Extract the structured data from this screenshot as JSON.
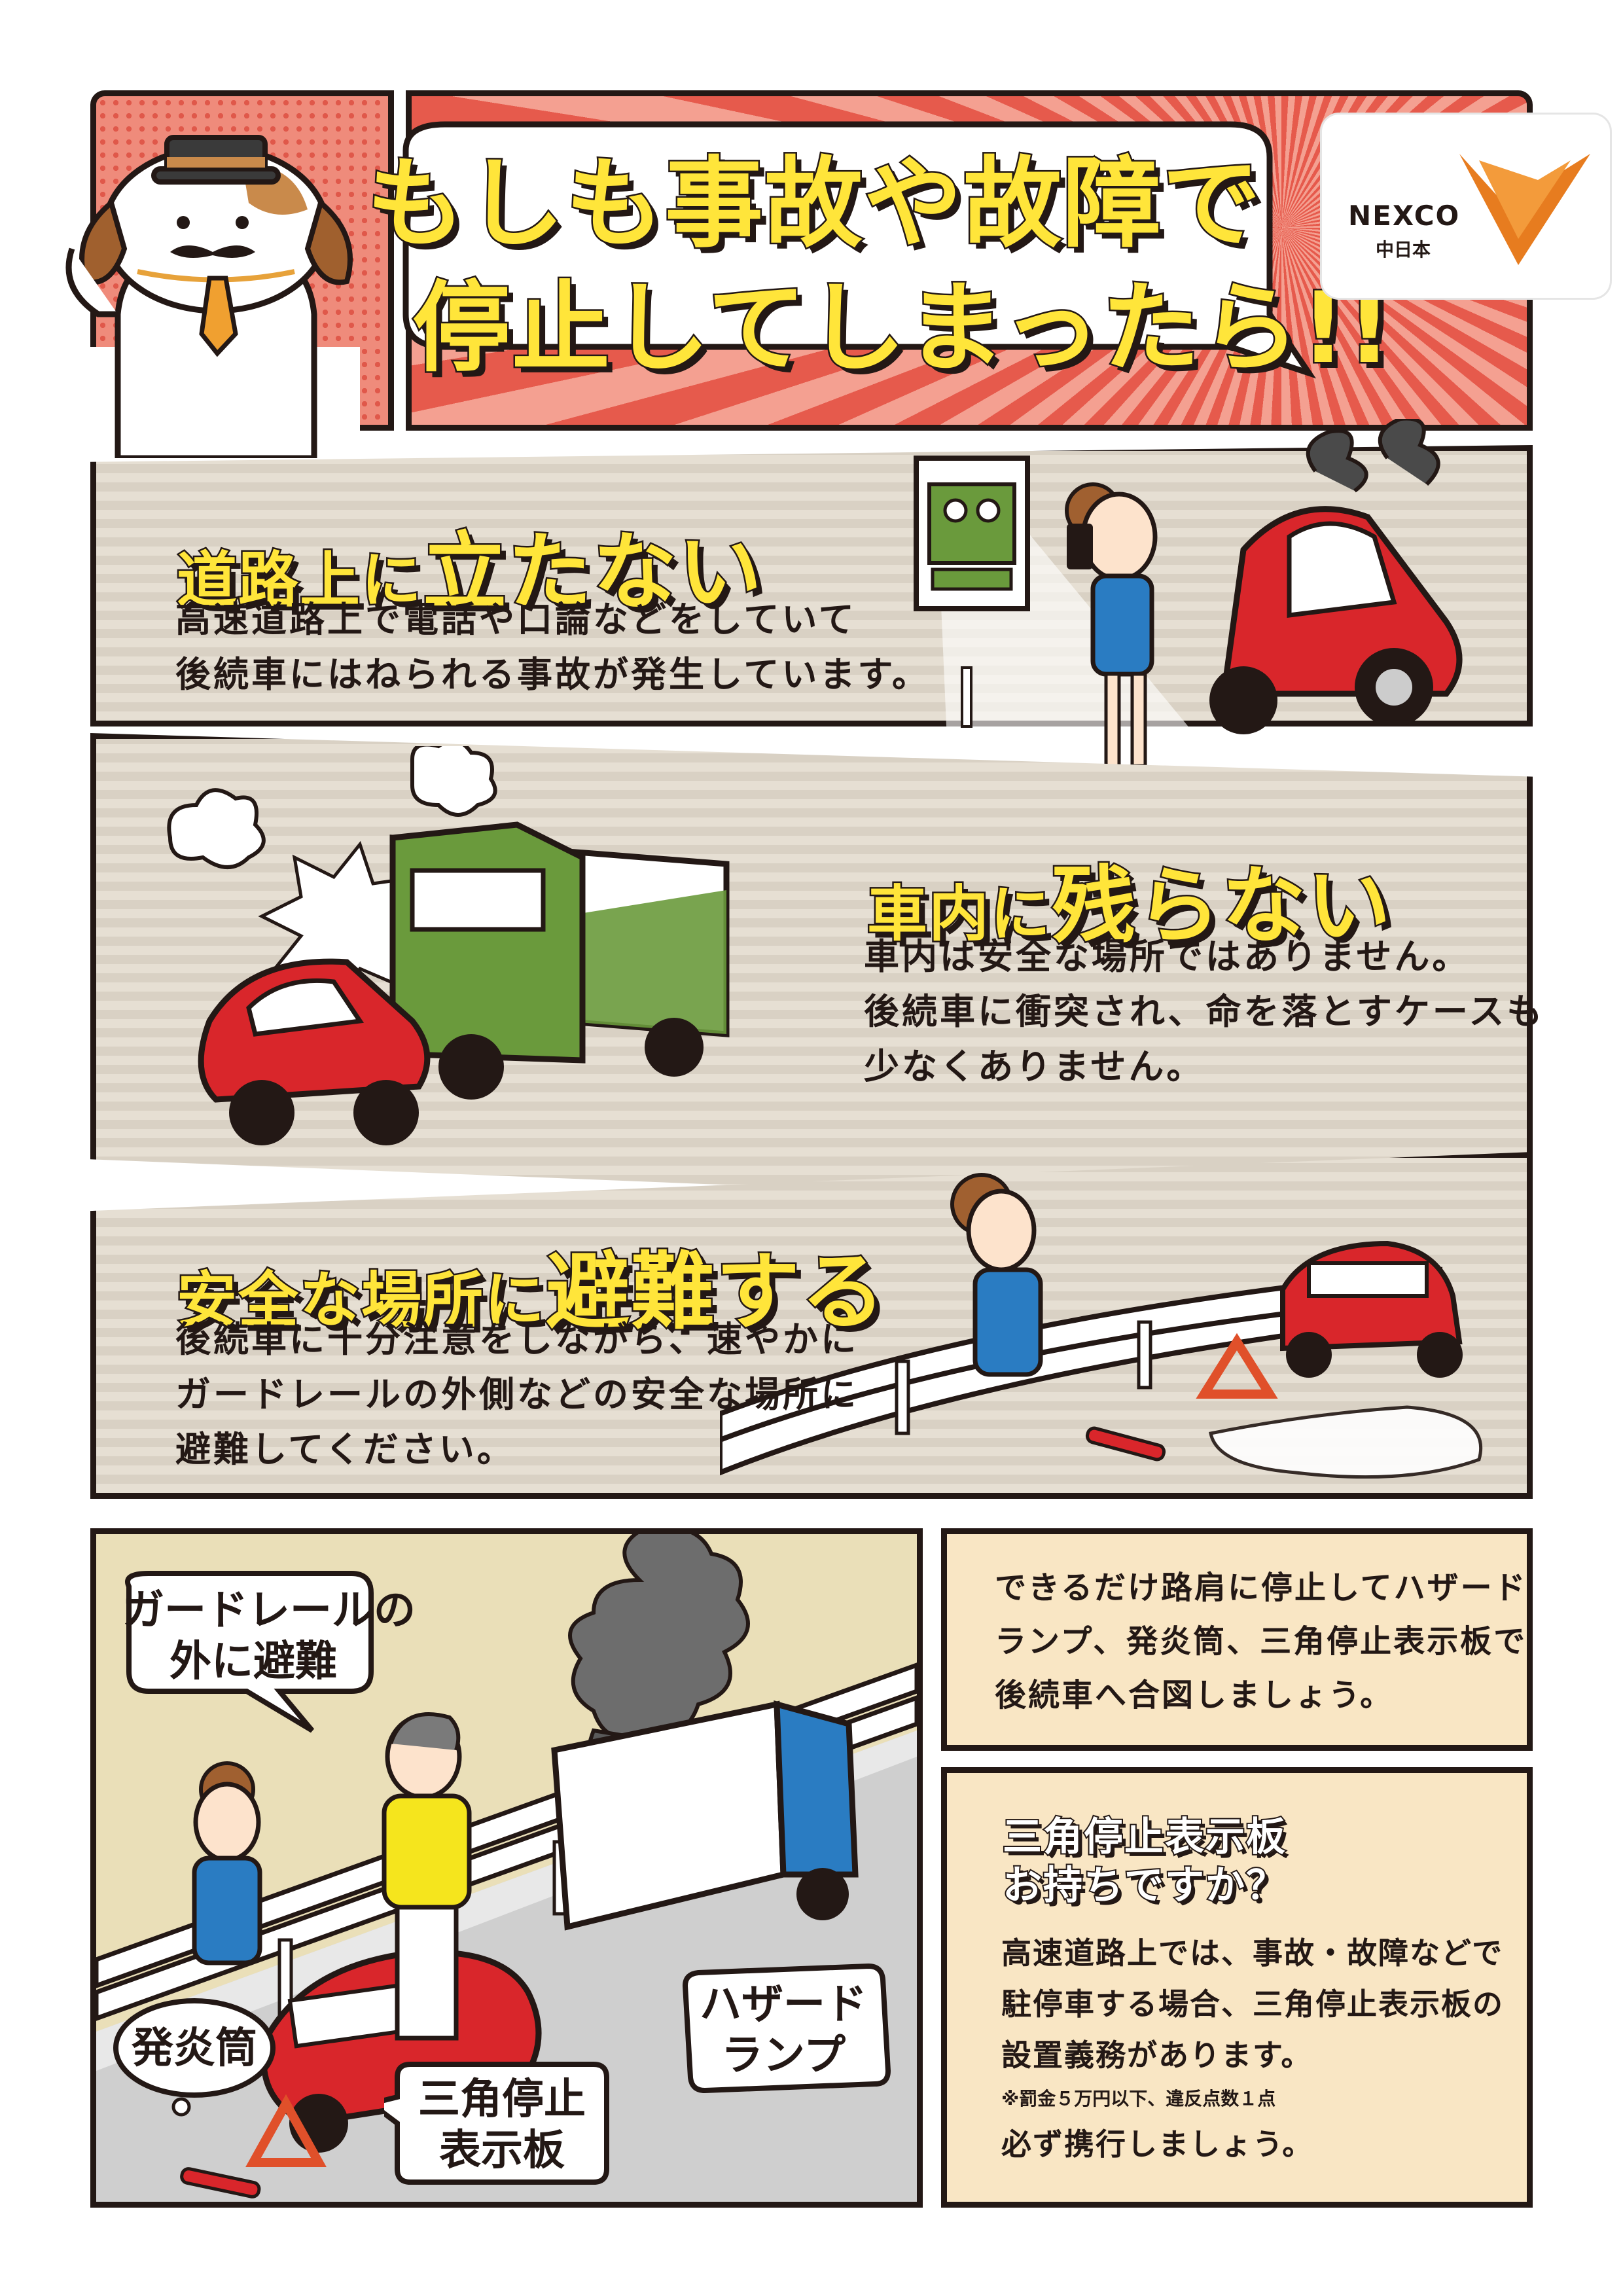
{
  "header": {
    "title_line1": "もしも事故や故障で",
    "title_line2": "停止してしまったら!!",
    "logo_text": "NEXCO",
    "logo_sub": "中日本"
  },
  "sections": [
    {
      "title_small": "道路上に",
      "title_big": "立たない",
      "lines": [
        "高速道路上で電話や口論などをしていて",
        "後続車にはねられる事故が発生しています。"
      ]
    },
    {
      "title_small": "車内に",
      "title_big": "残らない",
      "lines": [
        "車内は安全な場所ではありません。",
        "後続車に衝突され、命を落とすケースも",
        "少なくありません。"
      ]
    },
    {
      "title_small": "安全な場所に",
      "title_big": "避難する",
      "lines": [
        "後続車に十分注意をしながら、速やかに",
        "ガードレールの外側などの安全な場所に",
        "避難してください。"
      ]
    }
  ],
  "bottom_scene": {
    "bubble_guardrail": [
      "ガードレールの",
      "外に避難"
    ],
    "bubble_flare": "発炎筒",
    "bubble_triangle": [
      "三角停止",
      "表示板"
    ],
    "bubble_hazard": [
      "ハザード",
      "ランプ"
    ]
  },
  "info_box1": {
    "lines": [
      "できるだけ路肩に停止してハザード",
      "ランプ、発炎筒、三角停止表示板で",
      "後続車へ合図しましょう。"
    ]
  },
  "info_box2": {
    "heading_line1": "三角停止表示板",
    "heading_line2": "お持ちですか？",
    "lines": [
      "高速道路上では、事故・故障などで",
      "駐停車する場合、三角停止表示板の",
      "設置義務があります。"
    ],
    "note": "※罰金５万円以下、違反点数１点",
    "closing": "必ず携行しましょう。"
  },
  "colors": {
    "ink": "#231815",
    "title_yellow": "#ffe53a",
    "panel_red": "#e0584a",
    "cream": "#f9e6c4",
    "road_stripe": "#e6dfd3"
  }
}
